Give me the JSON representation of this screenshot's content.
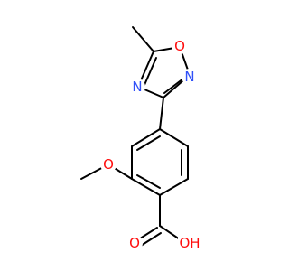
{
  "colors": {
    "bond": "#000000",
    "oxygen": "#ff0d0d",
    "nitrogen": "#3050f8",
    "background": "#ffffff"
  },
  "atoms": {
    "ring_o": "O",
    "ring_n_left": "N",
    "ring_n_right": "N",
    "methoxy_o": "O",
    "carbonyl_o": "O",
    "hydroxyl": "OH"
  }
}
